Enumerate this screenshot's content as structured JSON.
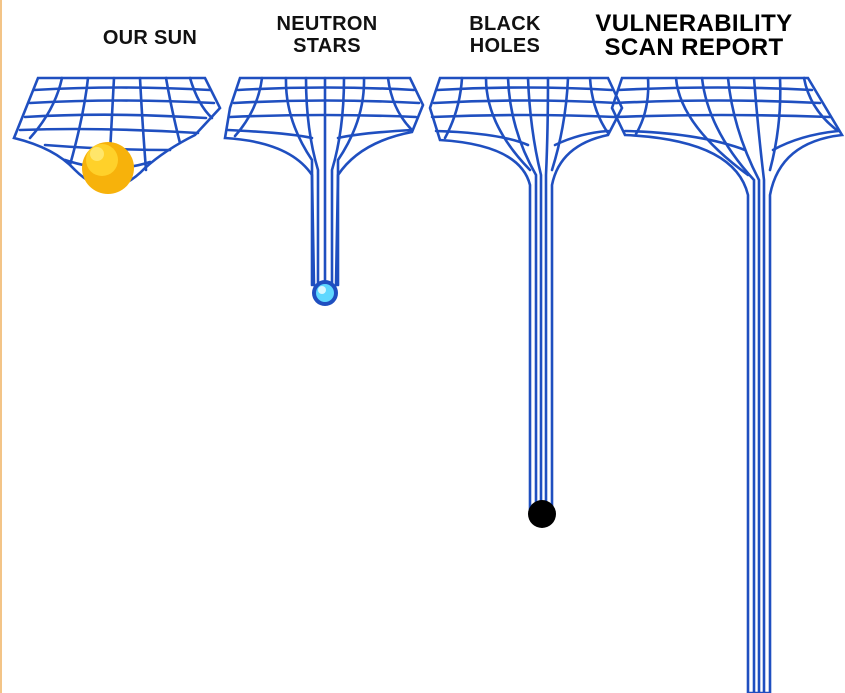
{
  "labels": {
    "our_sun": "OUR SUN",
    "neutron_stars": [
      "NEUTRON",
      "STARS"
    ],
    "black_holes": [
      "BLACK",
      "HOLES"
    ],
    "vulnerability_scan_report": [
      "VULNERABILITY",
      "SCAN REPORT"
    ]
  },
  "colors": {
    "grid_line": "#1f4fc0",
    "sun_fill": "#f7b20b",
    "sun_highlight": "#ffe14a",
    "neutron_star": "#5fd8ff",
    "black_hole": "#000000",
    "left_border": "#f3c487"
  }
}
